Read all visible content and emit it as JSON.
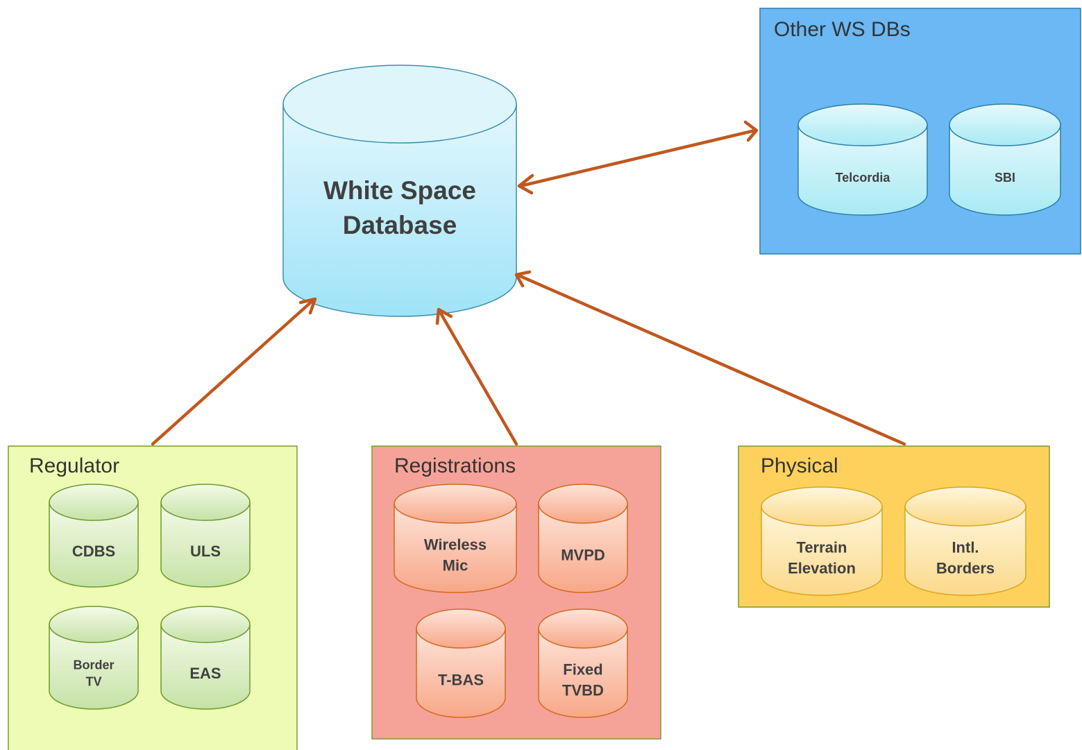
{
  "colors": {
    "arrow": "#C0581E",
    "main_db_fill": "#A8E4F8",
    "main_db_stroke": "#3a8fb0",
    "other_ws_box": "#6BB8F5",
    "regulator_box": "#EEFBB4",
    "registrations_box": "#F5A398",
    "physical_box": "#FDD15C"
  },
  "main_db": {
    "line1": "White Space",
    "line2": "Database"
  },
  "groups": {
    "other_ws": {
      "title": "Other WS DBs",
      "dbs": [
        {
          "lines": [
            "Telcordia"
          ]
        },
        {
          "lines": [
            "SBI"
          ]
        }
      ]
    },
    "regulator": {
      "title": "Regulator",
      "dbs": [
        {
          "lines": [
            "CDBS"
          ]
        },
        {
          "lines": [
            "ULS"
          ]
        },
        {
          "lines": [
            "Border",
            "TV"
          ]
        },
        {
          "lines": [
            "EAS"
          ]
        }
      ]
    },
    "registrations": {
      "title": "Registrations",
      "dbs": [
        {
          "lines": [
            "Wireless",
            "Mic"
          ]
        },
        {
          "lines": [
            "MVPD"
          ]
        },
        {
          "lines": [
            "T-BAS"
          ]
        },
        {
          "lines": [
            "Fixed",
            "TVBD"
          ]
        }
      ]
    },
    "physical": {
      "title": "Physical",
      "dbs": [
        {
          "lines": [
            "Terrain",
            "Elevation"
          ]
        },
        {
          "lines": [
            "Intl.",
            "Borders"
          ]
        }
      ]
    }
  }
}
